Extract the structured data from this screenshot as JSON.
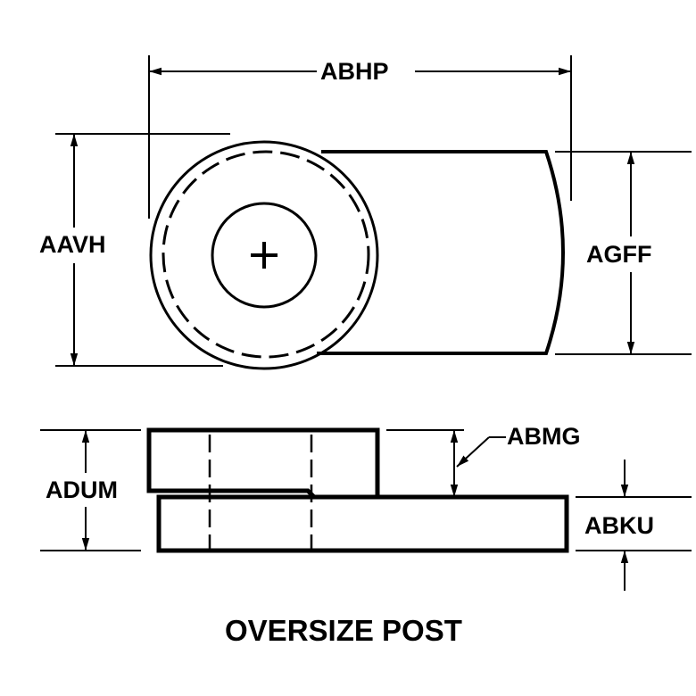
{
  "labels": {
    "abhp": "ABHP",
    "aavh": "AAVH",
    "agff": "AGFF",
    "adum": "ADUM",
    "abmg": "ABMG",
    "abku": "ABKU"
  },
  "title": "OVERSIZE POST",
  "colors": {
    "line": "#000000",
    "background": "#ffffff"
  }
}
